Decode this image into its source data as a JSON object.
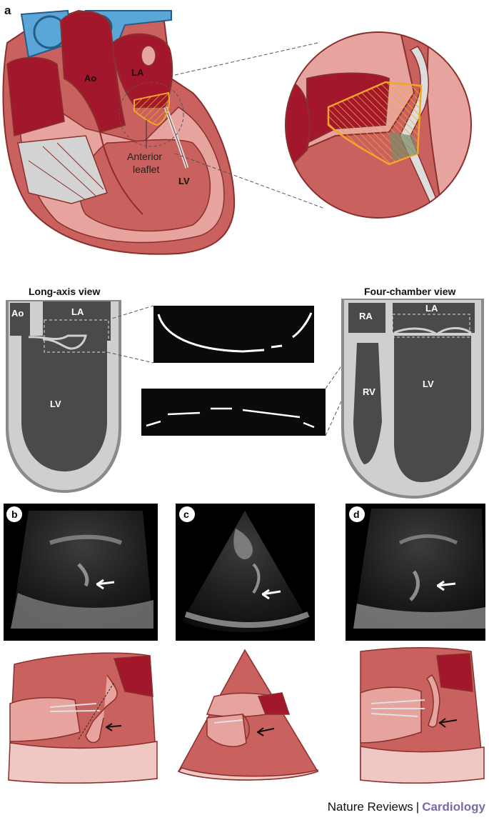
{
  "panels": {
    "a": "a",
    "b": "b",
    "c": "c",
    "d": "d"
  },
  "heart_labels": {
    "ao": "Ao",
    "la": "LA",
    "lv": "LV",
    "anterior_line1": "Anterior",
    "anterior_line2": "leaflet"
  },
  "views": {
    "long_axis_title": "Long-axis view",
    "four_chamber_title": "Four-chamber view",
    "long_axis": {
      "ao": "Ao",
      "la": "LA",
      "lv": "LV"
    },
    "four_chamber": {
      "ra": "RA",
      "la": "LA",
      "rv": "RV",
      "lv": "LV"
    }
  },
  "footer": {
    "brand": "Nature Reviews",
    "separator": "|",
    "journal": "Cardiology"
  },
  "colors": {
    "tissue": "#c9615e",
    "tissue_light": "#e7a49f",
    "blood_dark": "#a3172d",
    "vessel_blue": "#5aa6d8",
    "outline": "#8a2f2d",
    "mask": "#f3a52b",
    "view_dark": "#4a4a4a",
    "view_wall": "#cfcfcf",
    "journal_purple": "#7b6aa6"
  }
}
